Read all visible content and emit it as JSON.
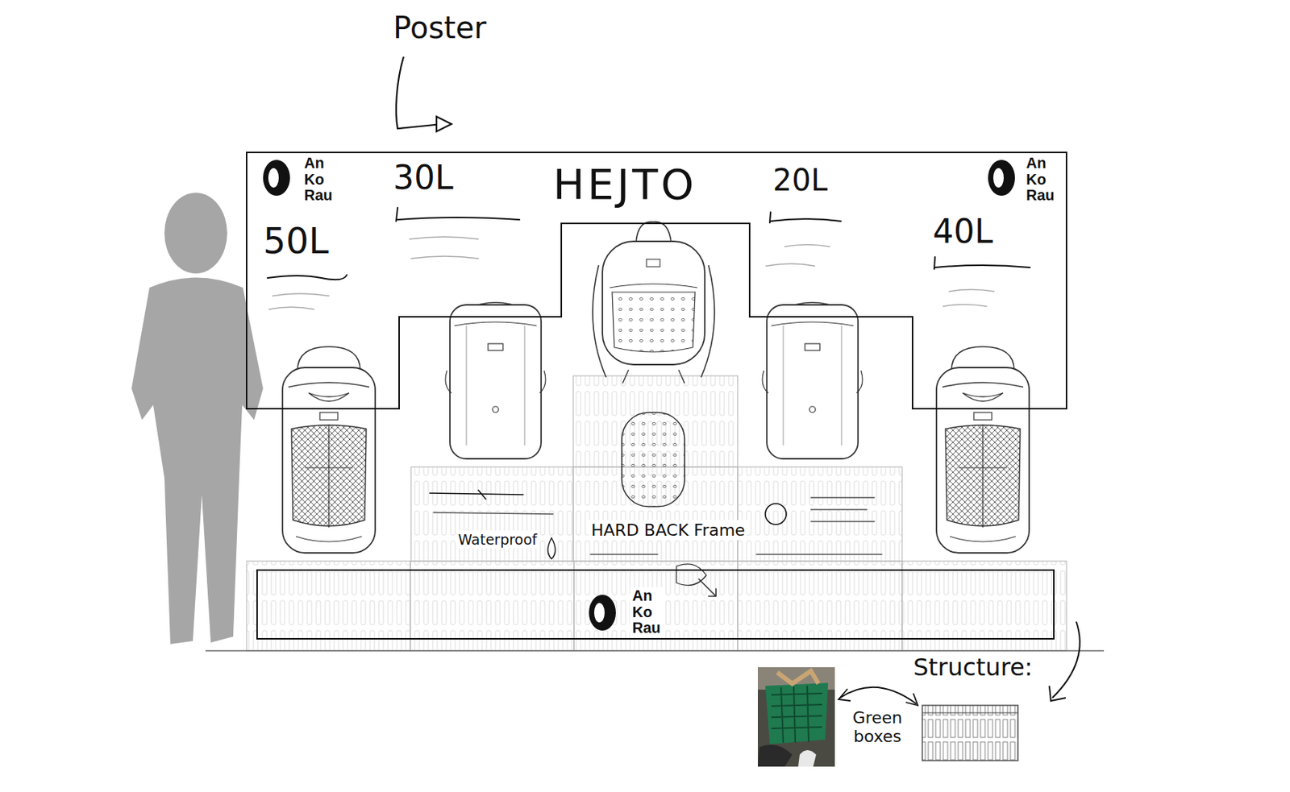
{
  "diagram": {
    "nodes": [
      {
        "text": [
          "An Ko Rau",
          "50L",
          "30L",
          "HEJTO",
          "20L",
          "An Ko Rau",
          "40L"
        ]
      },
      {
        "text": [
          "An Ko Rau"
        ]
      }
    ],
    "labels": [
      "Poster",
      "Waterproof",
      "HARD BACK Frame",
      "Structure:",
      "Green boxes"
    ]
  }
}
